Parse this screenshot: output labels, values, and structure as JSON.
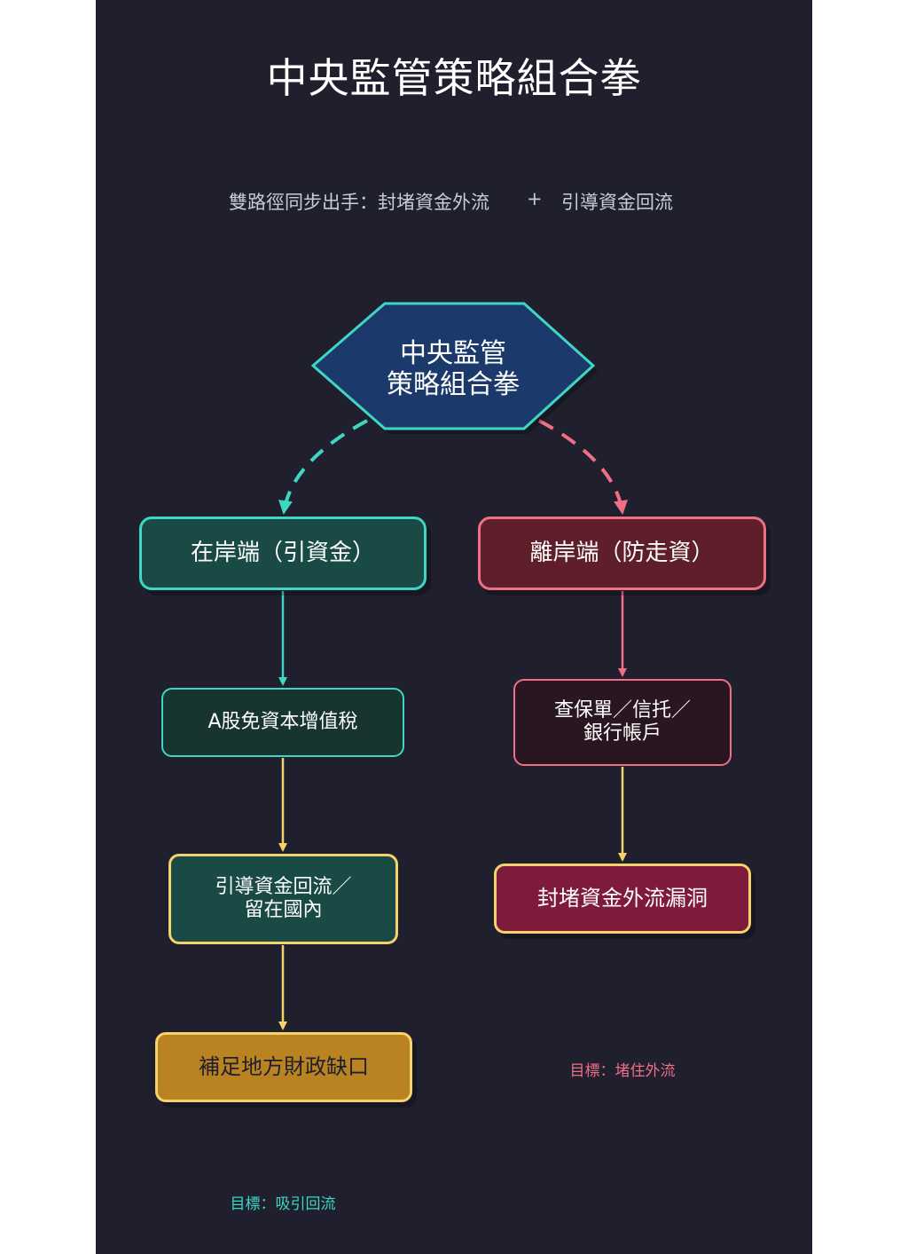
{
  "title": "中央監管策略組合拳",
  "subtitle": {
    "left": "雙路徑同步出手：封堵資金外流",
    "plus": "+",
    "right": "引導資金回流"
  },
  "center": {
    "line1": "中央監管",
    "line2": "策略組合拳"
  },
  "left_branch": {
    "head": "在岸端（引資金）",
    "step1": "A股免資本增值稅",
    "step2": "引導資金回流／\n留在國內",
    "step3": "補足地方財政缺口",
    "goal": "目標：吸引回流"
  },
  "right_branch": {
    "head": "離岸端（防走資）",
    "step1": "查保單／信托／\n銀行帳戶",
    "step2": "封堵資金外流漏洞",
    "goal": "目標：堵住外流"
  },
  "colors": {
    "background": "#1f1f2d",
    "teal": "#3fd6c4",
    "pink": "#ef6f86",
    "yellow": "#f6d26c",
    "hex_fill": "#1b3a6b",
    "left_head_fill": "#1a4a46",
    "left_step1_fill": "#17342f",
    "left_step2_fill": "#1a4a46",
    "left_step3_fill": "#b88320",
    "right_head_fill": "#5e1e2a",
    "right_step1_fill": "#2a1620",
    "right_step2_fill": "#7e1a3a"
  }
}
